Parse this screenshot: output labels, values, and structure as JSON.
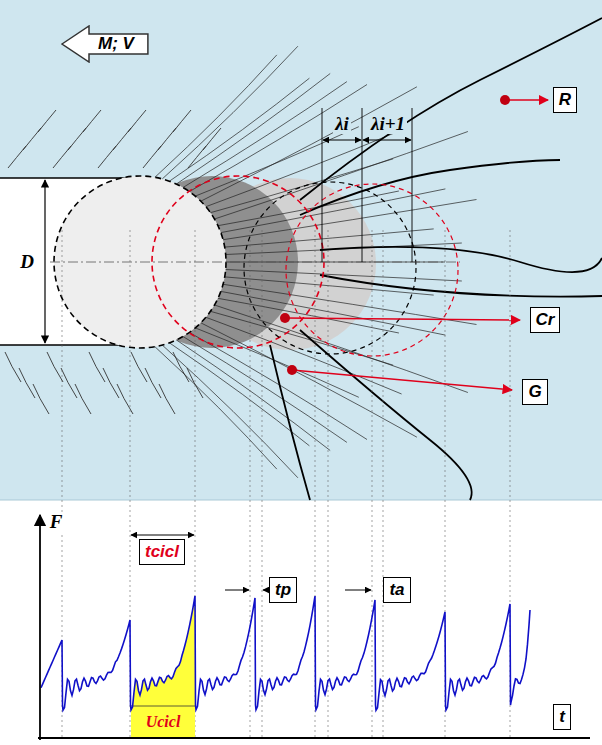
{
  "diagram": {
    "nodes": [
      {
        "text": [
          "M; V"
        ]
      },
      {
        "text": [
          "R"
        ]
      },
      {
        "text": [
          "Cr"
        ]
      },
      {
        "text": [
          "G"
        ]
      },
      {
        "text": [
          "tcicl"
        ]
      },
      {
        "text": [
          "tp"
        ]
      },
      {
        "text": [
          "ta"
        ]
      },
      {
        "text": [
          "t"
        ]
      }
    ],
    "labels": [
      "D",
      "λi",
      "λi+1",
      "F",
      "Ucicl"
    ]
  }
}
